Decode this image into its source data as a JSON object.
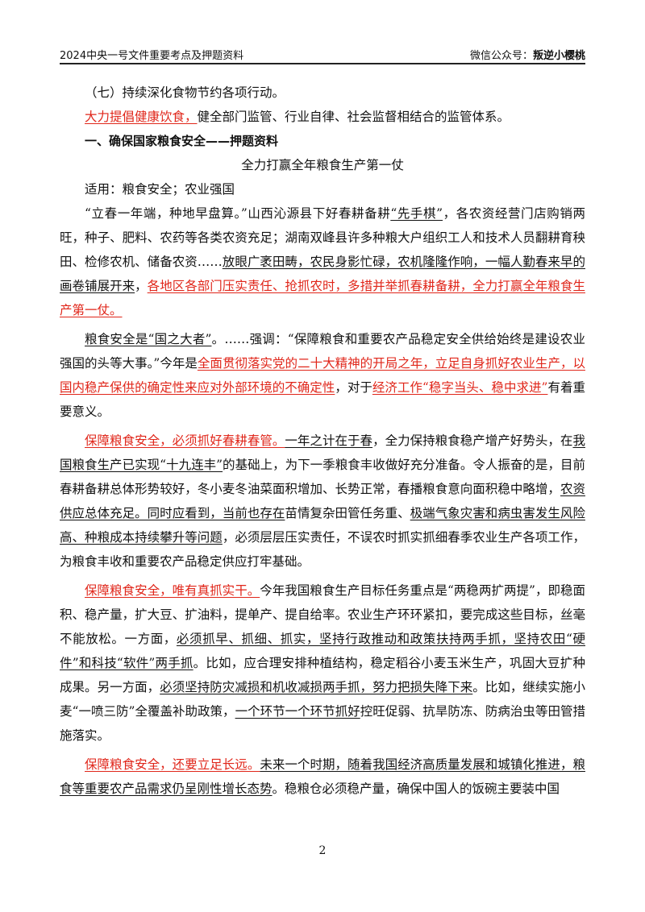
{
  "header": {
    "left": "2024中央一号文件重要考点及押题资料",
    "right_label": "微信公众号：",
    "right_name": "叛逆小樱桃"
  },
  "p_seven": "（七）持续深化食物节约各项行动。",
  "p_health": {
    "red": "大力提倡健康饮食，",
    "rest": "健全部门监管、行业自律、社会监督相结合的监管体系。"
  },
  "section_heading": "一、确保国家粮食安全——押题资料",
  "article_title": "全力打赢全年粮食生产第一仗",
  "applicable": "适用：粮食安全；农业强国",
  "para1": {
    "a": "“立春一年端，种地早盘算。”山西沁源县下好春耕备耕",
    "b": "“先手棋”",
    "c": "，各农资经营门店购销两旺，种子、肥料、农药等各类农资充足；湖南双峰县许多种粮大户组织工人和技术人员翻耕育秧田、检修农机、储备农资……",
    "d": "放眼广袤田畴，农民身影忙碌，农机隆隆作响，一幅人勤春来早的画卷铺展开来",
    "e": "，",
    "f": "各地区各部门压实责任、抢抓农时，多措并举抓春耕备耕，全力打赢全年粮食生产第一仗。"
  },
  "para2": {
    "a": "粮食安全是“国之大者”",
    "b": "。……强调：“保障粮食和重要农产品稳定安全供给始终是建设农业强国的头等大事。”今年是",
    "c": "全面贯彻落实党的二十大精神的开局之年，立足自身抓好农业生产，以国内稳产保供的确定性来应对外部环境的不确定性",
    "d": "，对于",
    "e": "经济工作“稳字当头、稳中求进”",
    "f": "有着重要意义。"
  },
  "para3": {
    "a": "保障粮食安全，必须抓好春耕春管。",
    "b": "一年之计在于春",
    "c": "，全力保持粮食稳产增产好势头，在",
    "d": "我国粮食生产已实现“十九连丰”",
    "e": "的基础上，为下一季粮食丰收做好充分准备。令人振奋的是，目前春耕备耕总体形势较好，冬小麦冬油菜面积增加、长势正常，春播粮食意向面积稳中略增，",
    "f": "农资供应总体充足。同时应看到，当前也存在",
    "g": "苗情复杂田管任务重、",
    "h": "极端气象灾害和病虫害发生风险高、种粮成本持续攀升等问题",
    "i": "，必须层层压实责任，不误农时抓实抓细春季农业生产各项工作，为粮食丰收和重要农产品稳定供应打牢基础。"
  },
  "para4": {
    "a": "保障粮食安全，唯有真抓实干。",
    "b": "今年我国粮食生产目标任务重点是“两稳两扩两提”，即稳面积、稳产量，扩大豆、扩油料，提单产、提自给率。农业生产环环紧扣，要完成这些目标，丝毫不能放松。一方面，",
    "c": "必须抓早、抓细、抓实，坚持行政推动和政策扶持两手抓，坚持农田“硬件”和科技“软件”两手抓",
    "d": "。比如，应合理安排种植结构，稳定稻谷小麦玉米生产，巩固大豆扩种成果。另一方面，",
    "e": "必须坚持防灾减损和机收减损两手抓，努力把损失降下来",
    "f": "。比如，继续实施小麦“一喷三防”全覆盖补助政策，",
    "g": "一个环节一个环节抓好",
    "h": "控旺促弱、抗旱防冻、防病治虫等田管措施落实。"
  },
  "para5": {
    "a": "保障粮食安全，还要立足长远。",
    "b": "未来一个时期，随着我国经济高质量发展和城镇化推进，粮食等重要农产品需求仍呈刚性增长态势",
    "c": "。稳粮仓必须稳产量，确保中国人的饭碗主要装中国"
  },
  "page_number": "2"
}
